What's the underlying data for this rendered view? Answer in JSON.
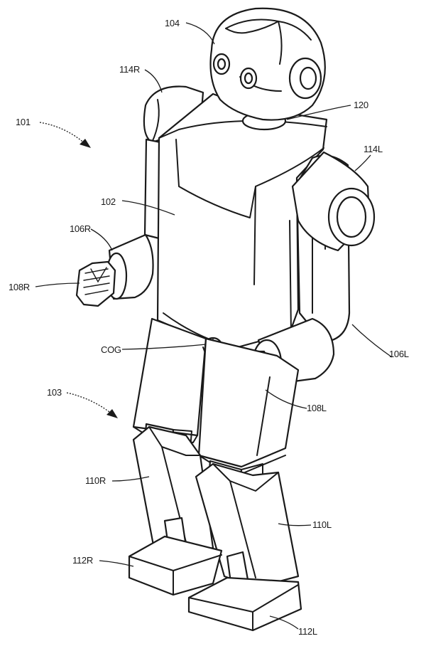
{
  "labels": {
    "robot": "101",
    "torso": "102",
    "legs": "103",
    "head": "104",
    "right_forearm": "106R",
    "left_forearm": "106L",
    "right_hand": "108R",
    "left_hand": "108L",
    "right_lower_leg": "110R",
    "left_lower_leg": "110L",
    "right_foot": "112R",
    "left_foot": "112L",
    "right_shoulder": "114R",
    "left_shoulder": "114L",
    "neck": "120",
    "center_of_gravity": "COG"
  }
}
